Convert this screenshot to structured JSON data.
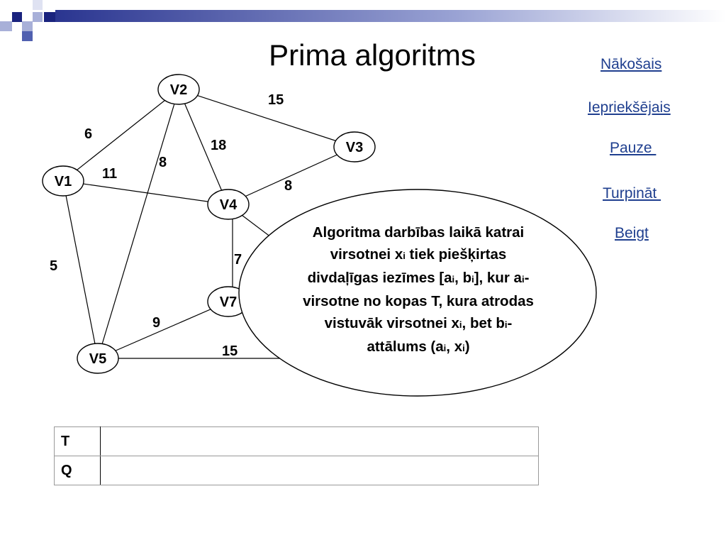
{
  "title": "Prima algoritms",
  "nav": [
    {
      "id": "next",
      "label": "Nākošais"
    },
    {
      "id": "prev",
      "label": "Iepriekšējais"
    },
    {
      "id": "pause",
      "label": "Pauze "
    },
    {
      "id": "continue",
      "label": "Turpināt "
    },
    {
      "id": "end",
      "label": "Beigt"
    }
  ],
  "graph": {
    "nodes": [
      "V2",
      "V3",
      "V1",
      "V4",
      "V7",
      "V5"
    ],
    "weights": [
      "15",
      "6",
      "18",
      "8",
      "11",
      "8",
      "5",
      "7",
      "9",
      "15"
    ]
  },
  "note": {
    "p1": "Algoritma darbības laikā katrai virsotnei x",
    "s1": "i",
    "p2": " tiek piešķirtas divdaļīgas iezīmes [a",
    "s2": "i",
    "p3": ", b",
    "s3": "i",
    "p4": "], kur a",
    "s4": "i",
    "p5": "-virsotne no kopas T, kura atrodas vistuvāk virsotnei x",
    "s5": "i",
    "p6": ", bet b",
    "s6": "i",
    "p7": "- attālums (a",
    "s7": "i",
    "p8": ", x",
    "s8": "i",
    "p9": ")"
  },
  "table": {
    "rows": [
      {
        "label": "T",
        "value": ""
      },
      {
        "label": "Q",
        "value": ""
      }
    ]
  },
  "colors": {
    "deco_navy": "#1a237e",
    "deco_blue": "#5060b0",
    "deco_light": "#a8b0d8",
    "link": "#1f3f8f"
  }
}
